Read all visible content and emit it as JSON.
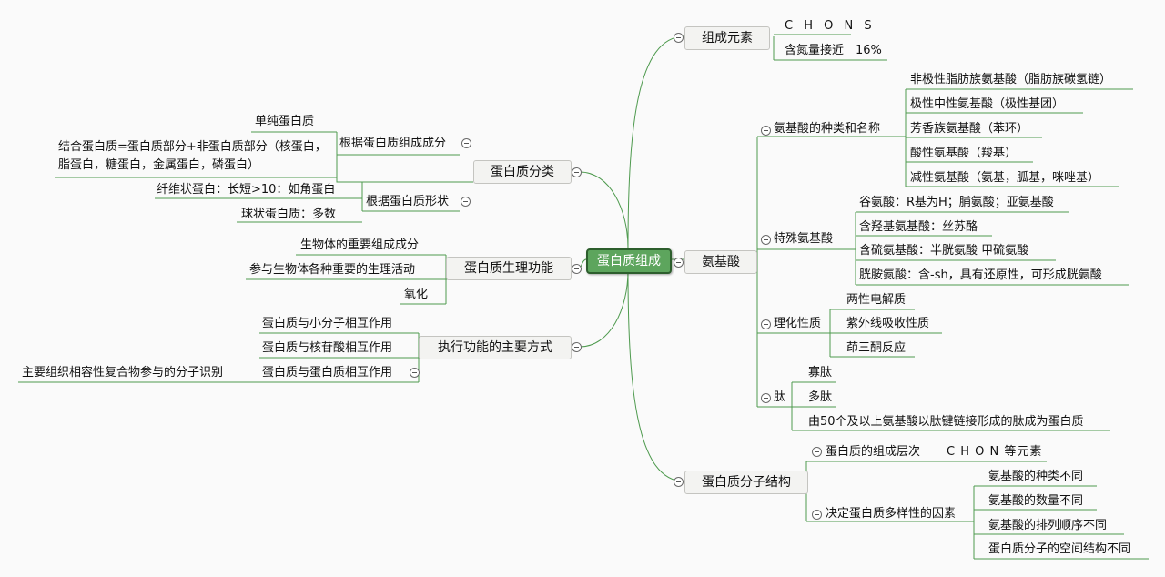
{
  "root": "蛋白质组成",
  "left": {
    "classification": {
      "label": "蛋白质分类",
      "by_composition": {
        "label": "根据蛋白质组成成分",
        "items": [
          "单纯蛋白质",
          "结合蛋白质=蛋白质部分+非蛋白质部分（核蛋白，脂蛋白，糖蛋白，金属蛋白，磷蛋白）"
        ]
      },
      "by_shape": {
        "label": "根据蛋白质形状",
        "items": [
          "纤维状蛋白：长短>10：如角蛋白",
          "球状蛋白质：多数"
        ]
      }
    },
    "physiology": {
      "label": "蛋白质生理功能",
      "items": [
        "生物体的重要组成成分",
        "参与生物体各种重要的生理活动",
        "氧化"
      ]
    },
    "modes": {
      "label": "执行功能的主要方式",
      "items": [
        "蛋白质与小分子相互作用",
        "蛋白质与核苷酸相互作用",
        "蛋白质与蛋白质相互作用"
      ],
      "subitem": "主要组织相容性复合物参与的分子识别"
    }
  },
  "right": {
    "elements": {
      "label": "组成元素",
      "items": [
        "C H O N S",
        "含氮量接近　16%"
      ]
    },
    "amino": {
      "label": "氨基酸",
      "kinds": {
        "label": "氨基酸的种类和名称",
        "items": [
          "非极性脂肪族氨基酸（脂肪族碳氢链）",
          "极性中性氨基酸（极性基团）",
          "芳香族氨基酸（苯环）",
          "酸性氨基酸（羧基）",
          "减性氨基酸（氨基，胍基，咪唑基）"
        ]
      },
      "special": {
        "label": "特殊氨基酸",
        "items": [
          "谷氨酸：R基为H；脯氨酸；亚氨基酸",
          "含羟基氨基酸：丝苏酪",
          "含硫氨基酸：半胱氨酸 甲硫氨酸",
          "胱胺氨酸：含-sh，具有还原性，可形成胱氨酸"
        ]
      },
      "props": {
        "label": "理化性质",
        "items": [
          "两性电解质",
          "紫外线吸收性质",
          "茚三酮反应"
        ]
      },
      "peptide": {
        "label": "肽",
        "items": [
          "寡肽",
          "多肽",
          "由50个及以上氨基酸以肽键链接形成的肽成为蛋白质"
        ]
      }
    },
    "structure": {
      "label": "蛋白质分子结构",
      "levels": {
        "label": "蛋白质的组成层次",
        "value": "C H O N 等元素"
      },
      "diversity": {
        "label": "决定蛋白质多样性的因素",
        "items": [
          "氨基酸的种类不同",
          "氨基酸的数量不同",
          "氨基酸的排列顺序不同",
          "蛋白质分子的空间结构不同"
        ]
      }
    }
  }
}
